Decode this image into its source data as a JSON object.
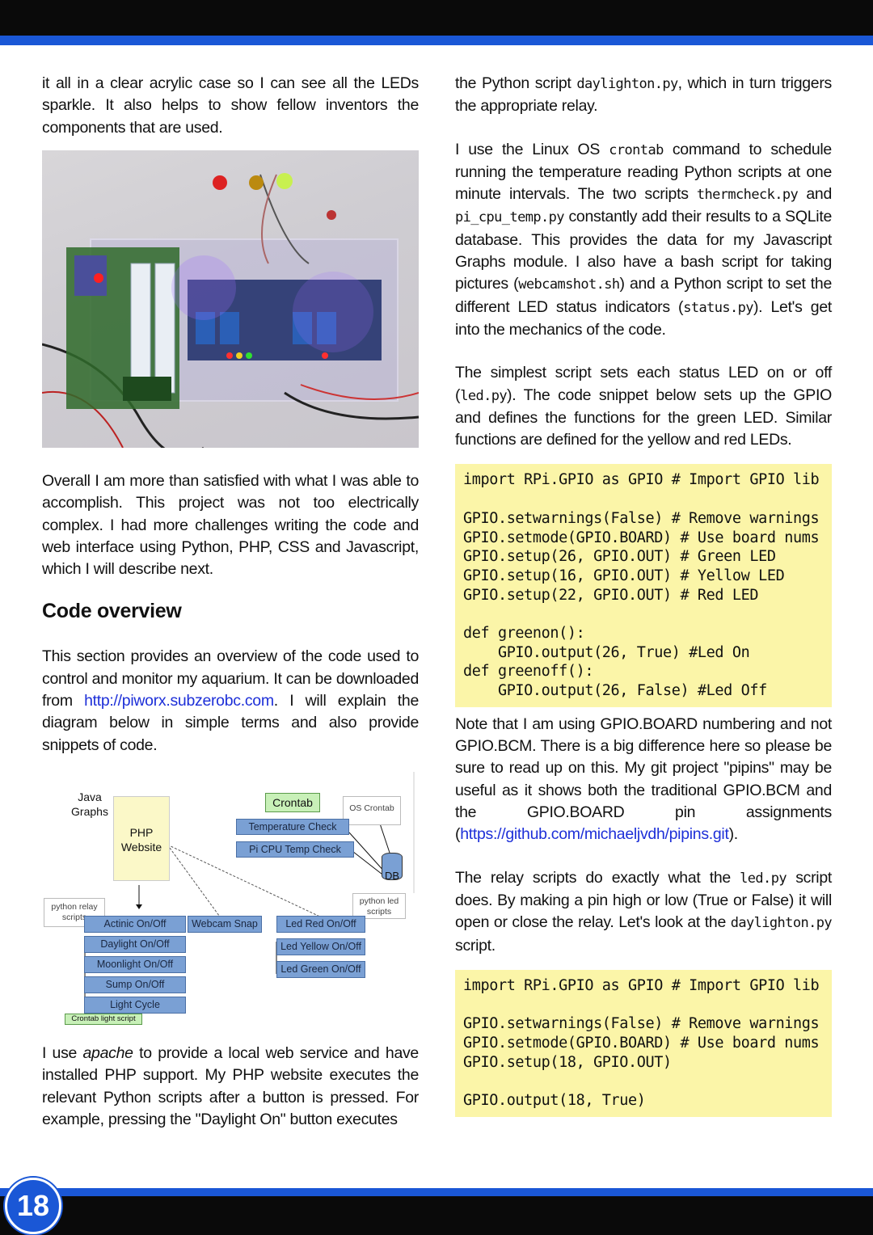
{
  "page": {
    "number": "18"
  },
  "left": {
    "p1": "it all in a clear acrylic case so I can see all the LEDs sparkle.  It also helps to show fellow inventors the components that are used.",
    "p2": "Overall I am more than satisfied with what I was able to accomplish. This project was not too electrically complex. I had more challenges writing the code and web interface using Python, PHP, CSS and Javascript, which I will describe next.",
    "heading": "Code overview",
    "p3_a": "This section provides an overview of the code used to control and monitor my aquarium. It can be downloaded from ",
    "p3_link": "http://piworx.subzerobc.com",
    "p3_b": ". I will explain the diagram below in simple terms and also provide snippets of code.",
    "p4_a": "I use ",
    "p4_apache": "apache",
    "p4_b": " to provide a local web service and have installed PHP support. My PHP website executes the relevant Python scripts after a button is pressed. For example, pressing the \"Daylight On\" button executes"
  },
  "diagram": {
    "java_graphs": "Java\nGraphs",
    "php_website": "PHP\nWebsite",
    "crontab": "Crontab",
    "os_crontab": "OS Crontab",
    "temperature_check": "Temperature Check",
    "pi_cpu_temp_check": "Pi CPU Temp Check",
    "db": "DB",
    "python_relay_scripts": "python relay scripts",
    "python_led_scripts": "python led scripts",
    "actinic": "Actinic On/Off",
    "webcam": "Webcam Snap",
    "led_red": "Led Red On/Off",
    "daylight": "Daylight On/Off",
    "led_yellow": "Led Yellow On/Off",
    "moonlight": "Moonlight On/Off",
    "led_green": "Led Green On/Off",
    "sump": "Sump On/Off",
    "light_cycle": "Light Cycle",
    "crontab_light_script": "Crontab light script"
  },
  "right": {
    "p1_a": "the Python script ",
    "p1_code": "daylighton.py",
    "p1_b": ", which in turn triggers the appropriate relay.",
    "p2_a": "I use the Linux OS ",
    "p2_crontab": "crontab",
    "p2_b": " command to schedule running the temperature reading Python scripts at one minute intervals. The two scripts ",
    "p2_thermcheck": "thermcheck.py",
    "p2_c": " and ",
    "p2_picpu": "pi_cpu_temp.py",
    "p2_d": " constantly add their results to a SQLite database. This provides the data for my Javascript Graphs module. I also have a bash script for taking pictures (",
    "p2_webcam": "webcamshot.sh",
    "p2_e": ") and a Python script to set the different LED status indicators (",
    "p2_status": "status.py",
    "p2_f": "). Let's get into the mechanics of the code.",
    "p3_a": "The simplest script sets each status LED on or off (",
    "p3_led": "led.py",
    "p3_b": "). The code snippet below sets up the GPIO and defines the functions for the green LED. Similar functions are defined for the yellow and red LEDs.",
    "code1": "import RPi.GPIO as GPIO # Import GPIO lib\n\nGPIO.setwarnings(False) # Remove warnings\nGPIO.setmode(GPIO.BOARD) # Use board nums\nGPIO.setup(26, GPIO.OUT) # Green LED\nGPIO.setup(16, GPIO.OUT) # Yellow LED\nGPIO.setup(22, GPIO.OUT) # Red LED\n\ndef greenon():\n    GPIO.output(26, True) #Led On\ndef greenoff():\n    GPIO.output(26, False) #Led Off",
    "p4_a": "Note that I am using GPIO.BOARD numbering and not GPIO.BCM. There is a big difference here so please be sure to read up on this. My git project \"pipins\" may be useful as it shows both the traditional GPIO.BCM and the GPIO.BOARD pin assignments (",
    "p4_link": "https://github.com/michaeljvdh/pipins.git",
    "p4_b": ").",
    "p5_a": "The relay scripts do exactly what the ",
    "p5_led": "led.py",
    "p5_b": " script does.  By making a pin high or low (True or False) it will open or close the relay. Let's look at the ",
    "p5_daylight": "daylighton.py",
    "p5_c": " script.",
    "code2": "import RPi.GPIO as GPIO # Import GPIO lib\n\nGPIO.setwarnings(False) # Remove warnings\nGPIO.setmode(GPIO.BOARD) # Use board nums\nGPIO.setup(18, GPIO.OUT)\n\nGPIO.output(18, True)"
  },
  "colors": {
    "accent_blue": "#1a57d6",
    "code_bg": "#fbf5a8",
    "link": "#1d2fd8"
  }
}
